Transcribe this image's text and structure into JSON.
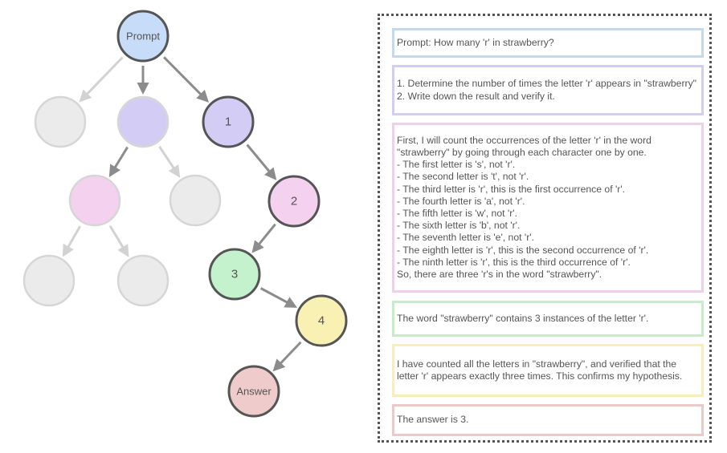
{
  "colors": {
    "prompt": "#c6dcf8",
    "step1": "#d3cdf6",
    "step2": "#f4d1ee",
    "step3": "#c4f2cc",
    "step4": "#f9f0b3",
    "answer": "#efcbcb",
    "inactive": "#ebebeb",
    "active_edge": "#8c8c8c",
    "inactive_edge": "#d2d2d2",
    "active_border": "#555555",
    "inactive_border": "#d6d6d6",
    "prompt_box_border": "#c4d8f0",
    "step1_box_border": "#d4ccf2",
    "step2_box_border": "#efcfe9",
    "step3_box_border": "#c6ecca",
    "step4_box_border": "#f6efb8",
    "answer_box_border": "#eccaca"
  },
  "tree": {
    "nodes": [
      {
        "id": "prompt",
        "label": "Prompt",
        "kind": "prompt",
        "active": true
      },
      {
        "id": "gray-a",
        "label": "",
        "kind": "inactive",
        "active": false
      },
      {
        "id": "purple-alt",
        "label": "",
        "kind": "step1",
        "active": false
      },
      {
        "id": "n1",
        "label": "1",
        "kind": "step1",
        "active": true
      },
      {
        "id": "pink-alt",
        "label": "",
        "kind": "step2",
        "active": false
      },
      {
        "id": "gray-b",
        "label": "",
        "kind": "inactive",
        "active": false
      },
      {
        "id": "n2",
        "label": "2",
        "kind": "step2",
        "active": true
      },
      {
        "id": "gray-c",
        "label": "",
        "kind": "inactive",
        "active": false
      },
      {
        "id": "gray-d",
        "label": "",
        "kind": "inactive",
        "active": false
      },
      {
        "id": "n3",
        "label": "3",
        "kind": "step3",
        "active": true
      },
      {
        "id": "n4",
        "label": "4",
        "kind": "step4",
        "active": true
      },
      {
        "id": "answer",
        "label": "Answer",
        "kind": "answer",
        "active": true
      }
    ],
    "edges": [
      {
        "from": "prompt",
        "to": "gray-a",
        "active": false
      },
      {
        "from": "prompt",
        "to": "purple-alt",
        "active": true
      },
      {
        "from": "prompt",
        "to": "n1",
        "active": true
      },
      {
        "from": "purple-alt",
        "to": "pink-alt",
        "active": true
      },
      {
        "from": "purple-alt",
        "to": "gray-b",
        "active": false
      },
      {
        "from": "n1",
        "to": "n2",
        "active": true
      },
      {
        "from": "pink-alt",
        "to": "gray-c",
        "active": false
      },
      {
        "from": "pink-alt",
        "to": "gray-d",
        "active": false
      },
      {
        "from": "n2",
        "to": "n3",
        "active": true
      },
      {
        "from": "n3",
        "to": "n4",
        "active": true
      },
      {
        "from": "n4",
        "to": "answer",
        "active": true
      }
    ]
  },
  "panel": {
    "boxes": [
      {
        "kind": "prompt",
        "text": "Prompt: How many 'r' in strawberry?"
      },
      {
        "kind": "step1",
        "text": "1. Determine the number of times the letter 'r' appears in \"strawberry\"\n2. Write down the result and verify it."
      },
      {
        "kind": "step2",
        "text": "First, I will count the occurrences of the letter 'r' in the word \"strawberry\" by going through each character one by one.\n- The first letter is 's', not 'r'.\n- The second letter is 't', not 'r'.\n- The third letter is 'r', this is the first occurrence of 'r'.\n- The fourth letter is 'a', not 'r'.\n- The fifth letter is 'w', not 'r'.\n- The sixth letter is 'b', not 'r'.\n- The seventh letter is 'e', not 'r'.\n- The eighth letter is 'r', this is the second occurrence of 'r'.\n- The ninth letter is 'r', this is the third occurrence of 'r'.\nSo, there are three 'r's in the word \"strawberry\"."
      },
      {
        "kind": "step3",
        "text": "The word \"strawberry\" contains 3 instances of the letter 'r'."
      },
      {
        "kind": "step4",
        "text": "I have counted all the letters in \"strawberry\", and verified that the letter 'r' appears exactly three times. This confirms my hypothesis."
      },
      {
        "kind": "answer",
        "text": "The answer is 3."
      }
    ]
  }
}
